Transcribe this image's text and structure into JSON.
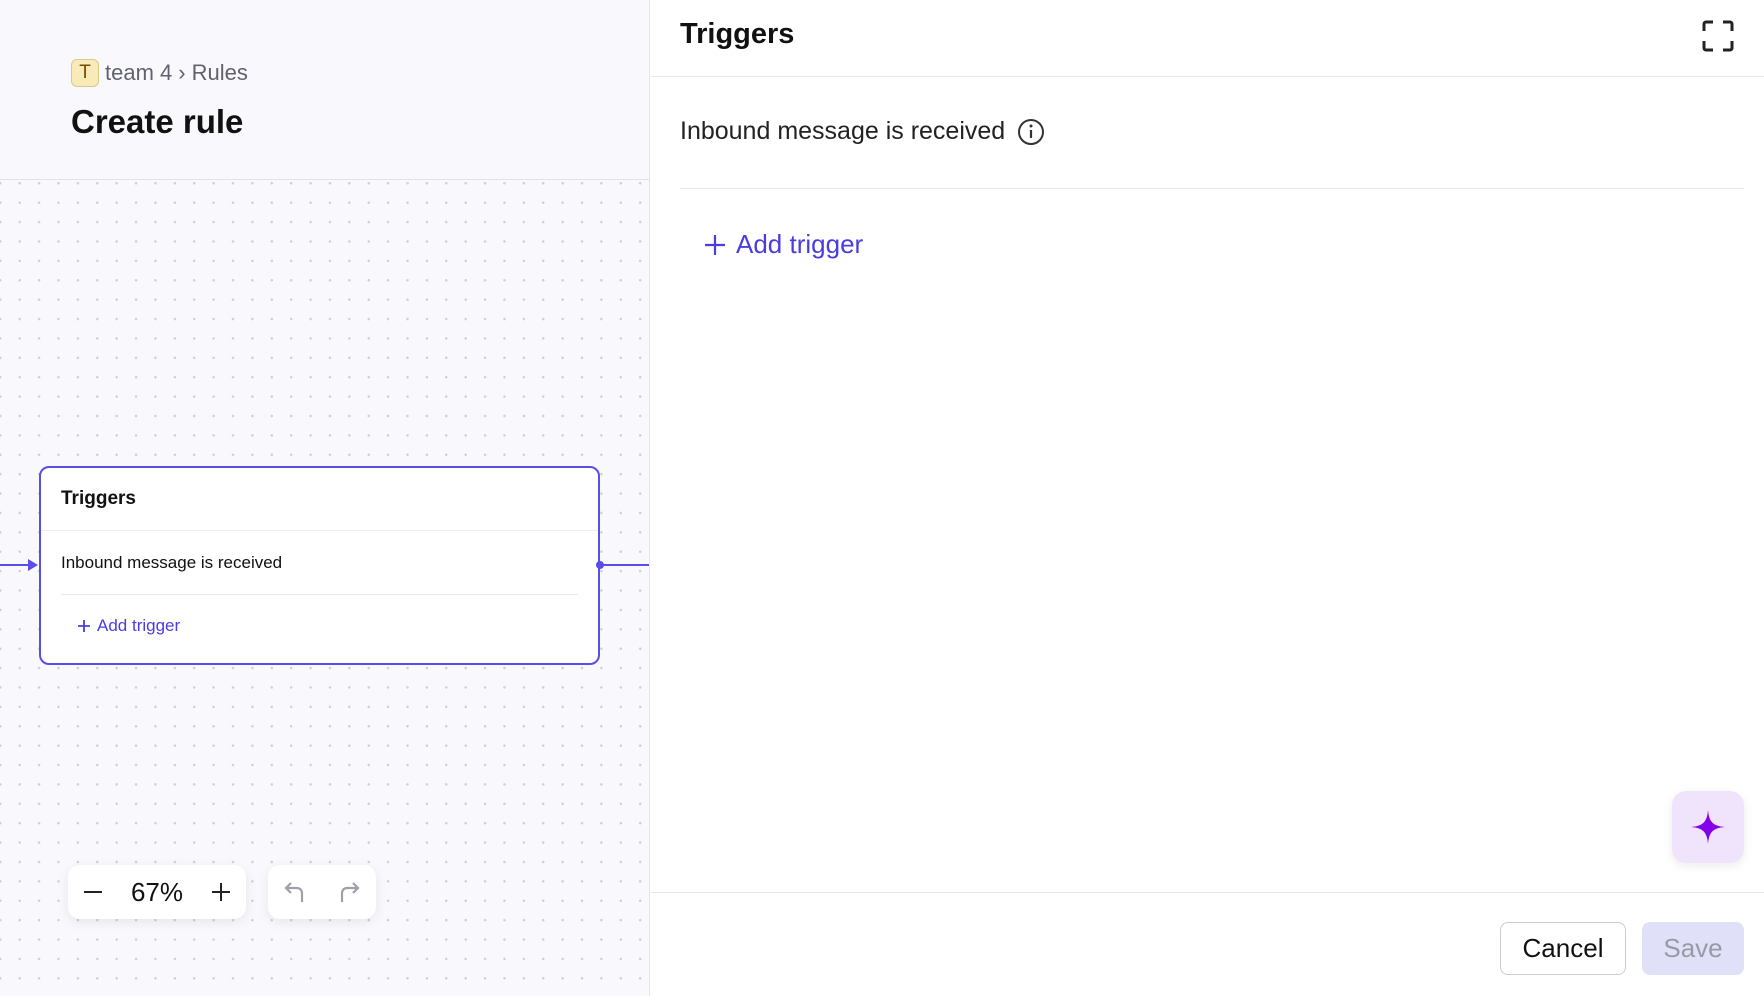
{
  "breadcrumb": {
    "badge": "T",
    "team": "team 4",
    "separator": "›",
    "page": "Rules"
  },
  "page_title": "Create rule",
  "node": {
    "title": "Triggers",
    "trigger": "Inbound message is received",
    "add_label": "Add trigger"
  },
  "zoom": {
    "level": "67%",
    "minus": "−",
    "plus": "+"
  },
  "panel": {
    "title": "Triggers",
    "trigger": "Inbound message is received",
    "add_label": "Add trigger"
  },
  "footer": {
    "cancel": "Cancel",
    "save": "Save"
  },
  "colors": {
    "accent": "#5b4ee8",
    "sparkle": "#8400e8"
  }
}
